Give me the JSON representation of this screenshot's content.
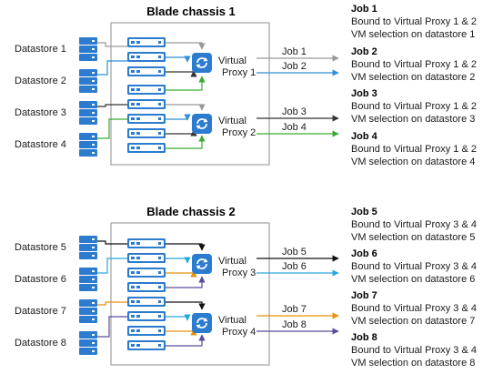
{
  "panels": [
    {
      "title": "Blade chassis 1",
      "datastores": [
        "Datastore 1",
        "Datastore 2",
        "Datastore 3",
        "Datastore 4"
      ],
      "proxies": [
        {
          "line1": "Virtual",
          "line2": "Proxy 1"
        },
        {
          "line1": "Virtual",
          "line2": "Proxy 2"
        }
      ],
      "jobs": [
        {
          "label": "Job 1",
          "color": "#999999",
          "title": "Job 1",
          "line1": "Bound to Virtual Proxy 1 & 2",
          "line2": "VM selection on datastore 1"
        },
        {
          "label": "Job 2",
          "color": "#2e8fd6",
          "title": "Job 2",
          "line1": "Bound to Virtual Proxy 1 & 2",
          "line2": "VM selection on datastore 2"
        },
        {
          "label": "Job 3",
          "color": "#333333",
          "title": "Job 3",
          "line1": "Bound to Virtual Proxy 1 & 2",
          "line2": "VM selection on datastore 3"
        },
        {
          "label": "Job 4",
          "color": "#3aaa35",
          "title": "Job 4",
          "line1": "Bound to Virtual Proxy 1 & 2",
          "line2": "VM selection on datastore 4"
        }
      ]
    },
    {
      "title": "Blade chassis 2",
      "datastores": [
        "Datastore 5",
        "Datastore 6",
        "Datastore 7",
        "Datastore 8"
      ],
      "proxies": [
        {
          "line1": "Virtual",
          "line2": "Proxy 3"
        },
        {
          "line1": "Virtual",
          "line2": "Proxy 4"
        }
      ],
      "jobs": [
        {
          "label": "Job 5",
          "color": "#111111",
          "title": "Job 5",
          "line1": "Bound to Virtual Proxy 3 & 4",
          "line2": "VM selection on datastore 5"
        },
        {
          "label": "Job 6",
          "color": "#29a8e0",
          "title": "Job 6",
          "line1": "Bound to Virtual Proxy 3 & 4",
          "line2": "VM selection on datastore 6"
        },
        {
          "label": "Job 7",
          "color": "#e8900c",
          "title": "Job 7",
          "line1": "Bound to Virtual Proxy 3 & 4",
          "line2": "VM selection on datastore 7"
        },
        {
          "label": "Job 8",
          "color": "#5b4b9a",
          "title": "Job 8",
          "line1": "Bound to Virtual Proxy 3 & 4",
          "line2": "VM selection on datastore 8"
        }
      ]
    }
  ],
  "colors": {
    "icon_blue": "#2b7bcf",
    "icon_blue_dark": "#1e5e9f",
    "chassis_border": "#8c8c8c"
  }
}
